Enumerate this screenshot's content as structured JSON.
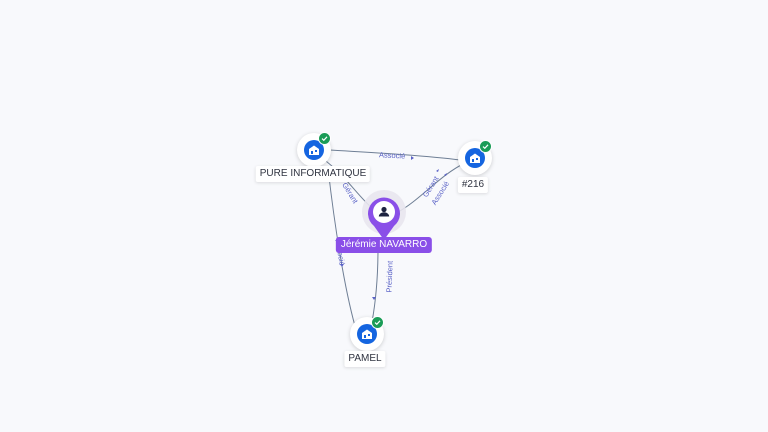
{
  "colors": {
    "company": "#1565e0",
    "person": "#8a4fe8",
    "verified": "#1a9c57",
    "edge": "#6f7f95",
    "edge_label": "#5b63c7"
  },
  "nodes": {
    "person": {
      "label": "Jérémie NAVARRO",
      "type": "person",
      "icon": "user-icon"
    },
    "pure_informatique": {
      "label": "PURE INFORMATIQUE",
      "type": "company",
      "icon": "building-icon",
      "verified": true
    },
    "n216": {
      "label": "#216",
      "type": "company",
      "icon": "building-icon",
      "verified": true
    },
    "pamel": {
      "label": "PAMEL",
      "type": "company",
      "icon": "building-icon",
      "verified": true
    }
  },
  "edges": {
    "pure_to_216": "Associé",
    "person_to_pure": "Gérant",
    "person_to_216_role1": "Gérant",
    "person_to_216_role2": "Associé",
    "pure_to_pamel": "Associé",
    "person_to_pamel": "Président"
  }
}
